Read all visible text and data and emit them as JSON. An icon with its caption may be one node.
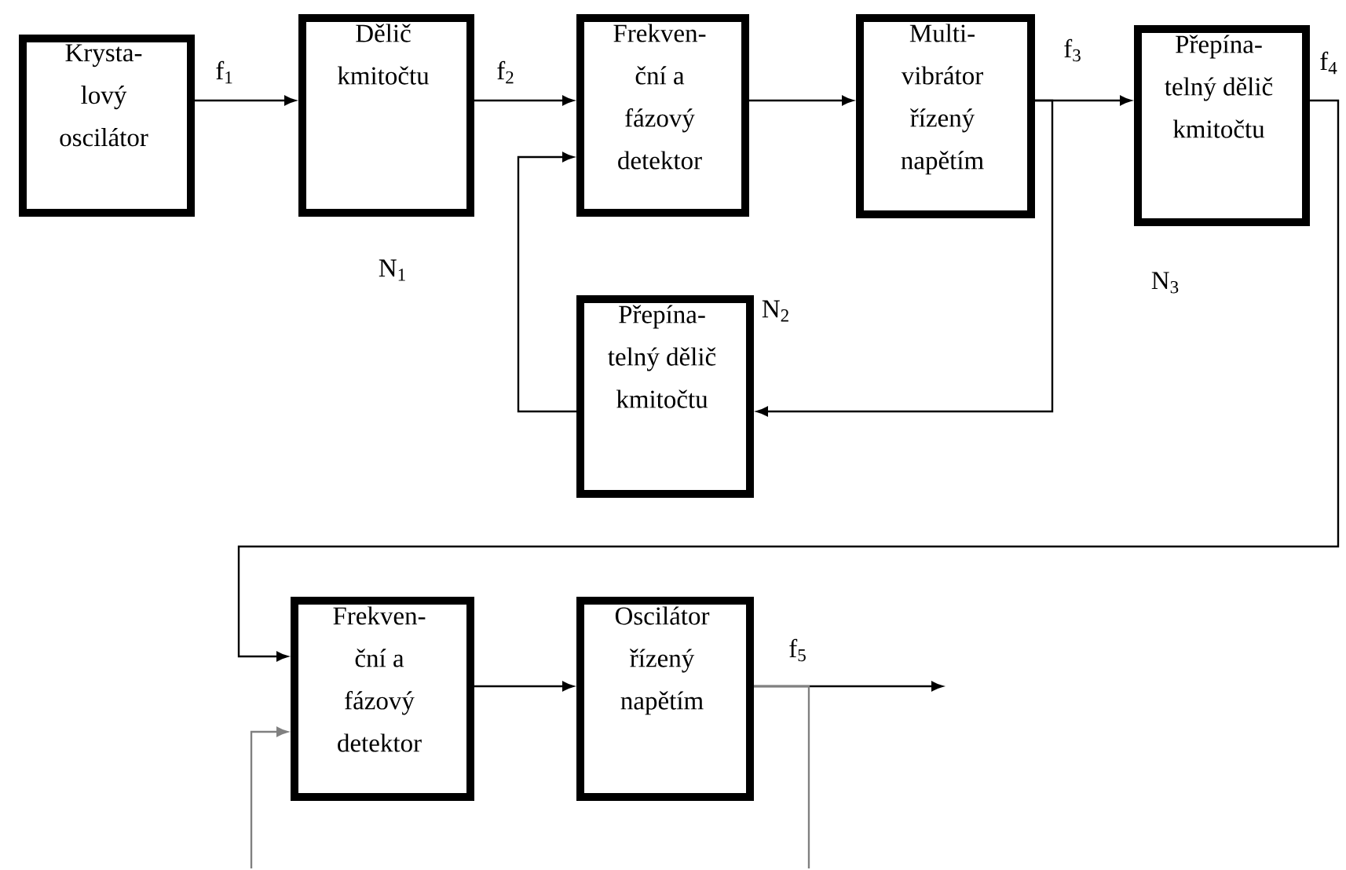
{
  "diagram": {
    "nodes": [
      {
        "text": [
          "Krysta- lový oscilátor"
        ]
      },
      {
        "text": [
          "Dělič kmitočtu"
        ],
        "beside": [
          "N$_{1}$"
        ]
      },
      {
        "text": [
          "Frekven- ční a fázový detektor"
        ]
      },
      {
        "text": [
          "Multi- vibrátor řízený napětím"
        ]
      },
      {
        "text": [
          "Přepína- telný dělič kmitočtu"
        ],
        "beside": [
          "N$_{3}$"
        ]
      },
      {
        "text": [
          "Přepína- telný dělič kmitočtu"
        ],
        "beside": [
          "N$_{2}$"
        ]
      },
      {
        "text": [
          "Frekven- ční a fázový detektor"
        ]
      },
      {
        "text": [
          "Oscilátor řízený napětím"
        ]
      }
    ],
    "edges": [
      {
        "from": 0,
        "to": 1,
        "arrow": "to",
        "label": "f$_{1}$"
      },
      {
        "from": 1,
        "to": 2,
        "arrow": "to",
        "label": "f$_{2}$"
      },
      {
        "from": 2,
        "to": 3,
        "arrow": "to"
      },
      {
        "from": 3,
        "to": 4,
        "arrow": "to",
        "label": "f$_{3}$"
      },
      {
        "from": 3,
        "to": 5,
        "arrow": "to"
      },
      {
        "from": 5,
        "to": 2,
        "arrow": "to"
      },
      {
        "from": 4,
        "to": 6,
        "arrow": "to",
        "label": "f$_{4}$"
      },
      {
        "from": 6,
        "to": 7,
        "arrow": "to"
      },
      {
        "from": 7,
        "to": null,
        "arrow": "to",
        "label": "f$_{5}$"
      },
      {
        "from": 7,
        "to": null,
        "arrow": "none",
        "color": "#808080"
      },
      {
        "from": null,
        "to": 6,
        "arrow": "to",
        "color": "#808080"
      }
    ]
  }
}
